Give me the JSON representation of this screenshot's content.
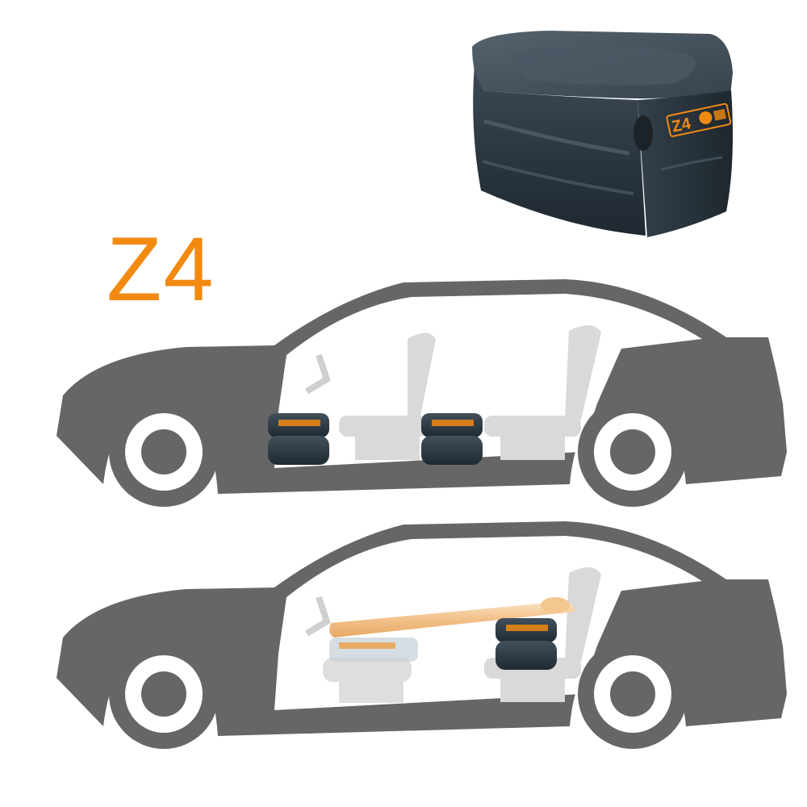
{
  "model_label": "Z4",
  "product_logo_text": "Z4",
  "colors": {
    "accent": "#f28a12",
    "car_body": "#666666",
    "product": "#2e3a44",
    "seat": "#d9d9d9",
    "extended_cushion": "#f4c690",
    "background": "#ffffff"
  },
  "icons": {
    "product_photo": "inflatable-cube-cushion",
    "car_top": "car-side-two-cushions",
    "car_bottom": "car-side-extended-cushion"
  }
}
